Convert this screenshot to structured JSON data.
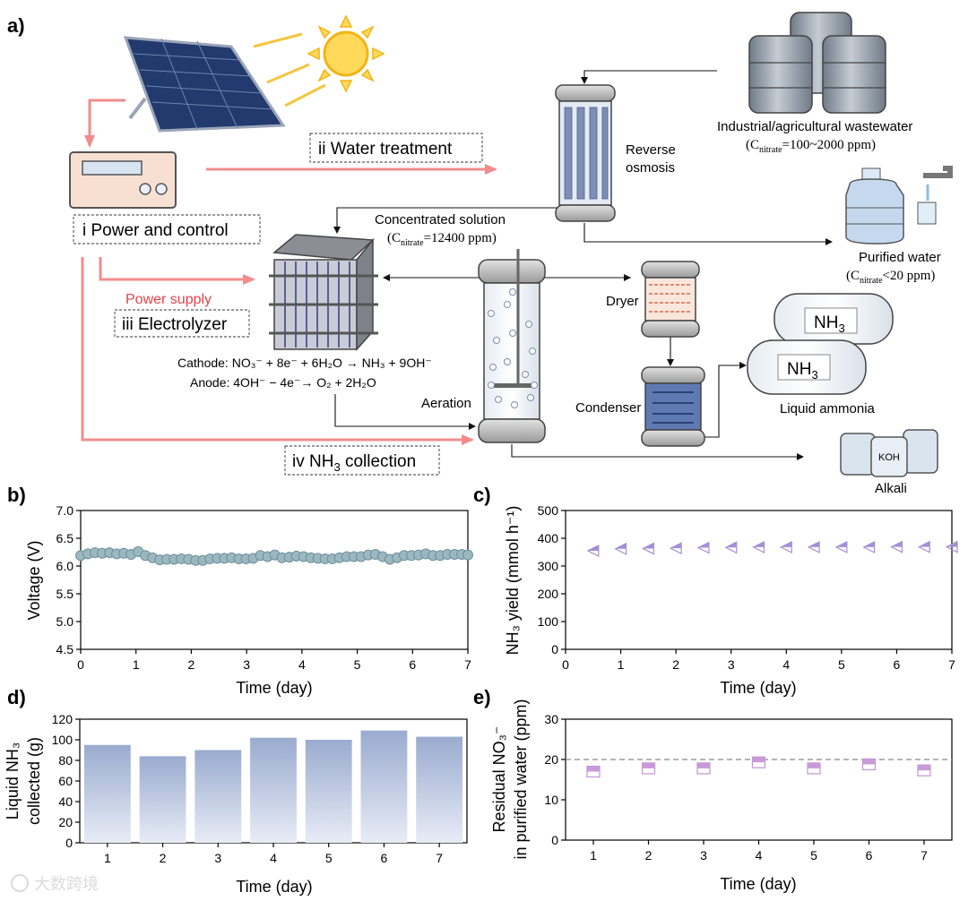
{
  "panel_labels": {
    "a": "a)",
    "b": "b)",
    "c": "c)",
    "d": "d)",
    "e": "e)"
  },
  "schematic": {
    "power_control": "i  Power and control",
    "water_treatment": "ii  Water treatment",
    "electrolyzer": "iii  Electrolyzer",
    "nh3_collection": "iv  NH",
    "nh3_collection_sub": "3",
    "nh3_collection_end": " collection",
    "power_supply": "Power supply",
    "reverse_osmosis_1": "Reverse",
    "reverse_osmosis_2": "osmosis",
    "wastewater_1": "Industrial/agricultural wastewater",
    "wastewater_2a": "(C",
    "wastewater_2b": "nitrate",
    "wastewater_2c": "=100~2000 ppm)",
    "concentrated_1": "Concentrated solution",
    "concentrated_2a": "(C",
    "concentrated_2b": "nitrate",
    "concentrated_2c": "=12400 ppm)",
    "purified_1": "Purified water",
    "purified_2a": "(C",
    "purified_2b": "nitrate",
    "purified_2c": "<20 ppm)",
    "dryer": "Dryer",
    "condenser": "Condenser",
    "aeration": "Aeration",
    "liquid_ammonia": "Liquid ammonia",
    "alkali": "Alkali",
    "koh": "KOH",
    "nh3_tank": "NH",
    "nh3_tank_sub": "3",
    "cathode": "Cathode: NO₃⁻ + 8e⁻ + 6H₂O → NH₃ + 9OH⁻",
    "anode": "Anode: 4OH⁻ − 4e⁻→ O₂ + 2H₂O"
  },
  "watermark": "大数跨境",
  "colors": {
    "arrow_pink": "#f28c8c",
    "voltage_marker": "#9bb8c0",
    "yield_marker": "#a48fd6",
    "bar_top": "#9aabcf",
    "nitrate_marker": "#c89ad8",
    "power_supply_text": "#e8424a"
  },
  "chart_data": [
    {
      "id": "b",
      "type": "scatter",
      "xlabel": "Time (day)",
      "ylabel": "Voltage (V)",
      "xlim": [
        0,
        7
      ],
      "ylim": [
        4.5,
        7.0
      ],
      "xticks": [
        "0",
        "1",
        "2",
        "3",
        "4",
        "5",
        "6",
        "7"
      ],
      "yticks": [
        "4.5",
        "5.0",
        "5.5",
        "6.0",
        "6.5",
        "7.0"
      ],
      "x": [
        0,
        0.13,
        0.26,
        0.39,
        0.52,
        0.65,
        0.78,
        0.91,
        1.04,
        1.17,
        1.3,
        1.43,
        1.56,
        1.69,
        1.82,
        1.95,
        2.08,
        2.21,
        2.34,
        2.47,
        2.6,
        2.73,
        2.86,
        2.99,
        3.12,
        3.25,
        3.38,
        3.51,
        3.64,
        3.77,
        3.9,
        4.03,
        4.16,
        4.29,
        4.42,
        4.55,
        4.68,
        4.81,
        4.94,
        5.07,
        5.2,
        5.33,
        5.46,
        5.59,
        5.72,
        5.85,
        5.98,
        6.11,
        6.24,
        6.37,
        6.5,
        6.63,
        6.76,
        6.89,
        7.0
      ],
      "y": [
        6.19,
        6.22,
        6.24,
        6.23,
        6.24,
        6.22,
        6.23,
        6.21,
        6.26,
        6.19,
        6.15,
        6.11,
        6.12,
        6.12,
        6.13,
        6.12,
        6.1,
        6.1,
        6.13,
        6.14,
        6.14,
        6.15,
        6.13,
        6.13,
        6.14,
        6.19,
        6.17,
        6.2,
        6.15,
        6.16,
        6.18,
        6.17,
        6.15,
        6.14,
        6.13,
        6.13,
        6.15,
        6.17,
        6.17,
        6.17,
        6.2,
        6.21,
        6.17,
        6.12,
        6.15,
        6.19,
        6.19,
        6.2,
        6.22,
        6.19,
        6.19,
        6.21,
        6.21,
        6.21,
        6.2
      ]
    },
    {
      "id": "c",
      "type": "scatter",
      "xlabel": "Time (day)",
      "ylabel": "NH₃ yield (mmol h⁻¹)",
      "xlim": [
        0,
        7
      ],
      "ylim": [
        0,
        500
      ],
      "xticks": [
        "0",
        "1",
        "2",
        "3",
        "4",
        "5",
        "6",
        "7"
      ],
      "yticks": [
        "0",
        "100",
        "200",
        "300",
        "400",
        "500"
      ],
      "x": [
        0.5,
        1.0,
        1.5,
        2.0,
        2.5,
        3.0,
        3.5,
        4.0,
        4.5,
        5.0,
        5.5,
        6.0,
        6.5,
        7.0
      ],
      "y": [
        355,
        362,
        363,
        364,
        366,
        367,
        368,
        368,
        368,
        368,
        368,
        369,
        369,
        369
      ]
    },
    {
      "id": "d",
      "type": "bar",
      "xlabel": "Time (day)",
      "ylabel_1": "Liquid NH₃",
      "ylabel_2": "collected (g)",
      "categories": [
        "1",
        "2",
        "3",
        "4",
        "5",
        "6",
        "7"
      ],
      "values": [
        95,
        84,
        90,
        102,
        100,
        109,
        103
      ],
      "ylim": [
        0,
        120
      ],
      "yticks": [
        "0",
        "20",
        "40",
        "60",
        "80",
        "100",
        "120"
      ]
    },
    {
      "id": "e",
      "type": "scatter",
      "xlabel": "Time (day)",
      "ylabel_1": "Residual NO₃⁻",
      "ylabel_2": "in purified water (ppm)",
      "categories": [
        "1",
        "2",
        "3",
        "4",
        "5",
        "6",
        "7"
      ],
      "values": [
        17,
        17.8,
        17.8,
        19.3,
        17.8,
        18.8,
        17.3
      ],
      "ylim": [
        0,
        30
      ],
      "yticks": [
        "0",
        "10",
        "20",
        "30"
      ],
      "reference_line": 20
    }
  ]
}
